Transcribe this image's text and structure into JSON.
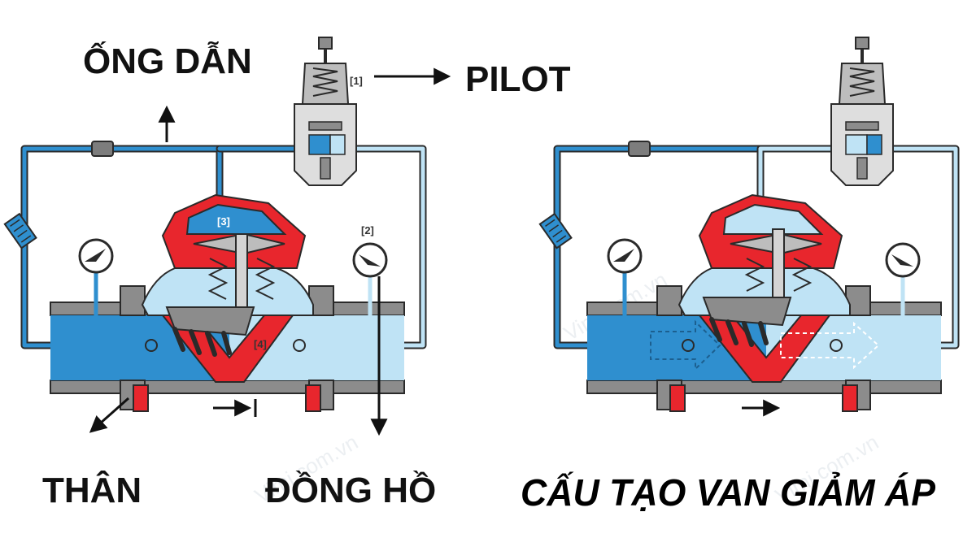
{
  "labels": {
    "ong_dan": "ỐNG DẪN",
    "pilot": "PILOT",
    "than": "THÂN",
    "dong_ho": "ĐỒNG HỒ",
    "title": "CẤU TẠO VAN GIẢM ÁP"
  },
  "tags": {
    "t1": "[1]",
    "t2": "[2]",
    "t3": "[3]",
    "t4": "[4]"
  },
  "watermark": "Vimi.com.vn",
  "colors": {
    "high_pressure": "#2f8fcf",
    "low_pressure": "#bfe3f5",
    "body_red": "#e8262d",
    "steel": "#8c8c8c",
    "outline": "#2a2a2a",
    "gauge_face": "#ffffff"
  }
}
